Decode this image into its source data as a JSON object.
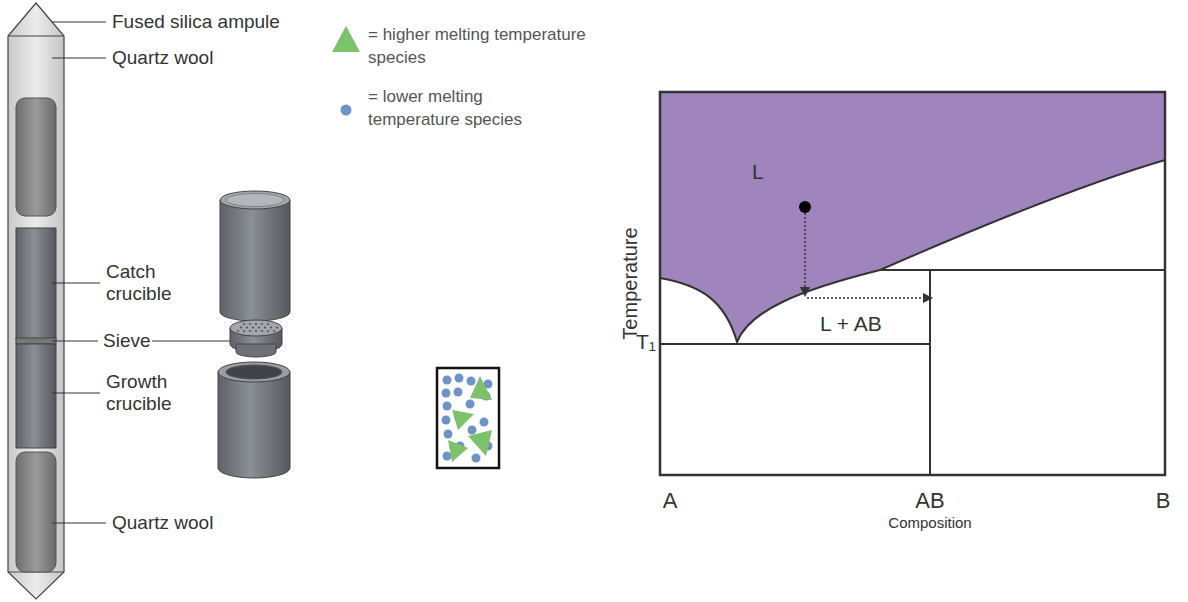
{
  "diagram": {
    "labels": [
      "Fused silica ampule",
      "Quartz wool",
      "Catch crucible",
      "Sieve",
      "Growth crucible",
      "Quartz wool",
      "L",
      "L + AB",
      "T₁",
      "Temperature",
      "A",
      "AB",
      "B",
      "Composition"
    ],
    "legend": [
      {
        "text": "= higher melting temperature species"
      },
      {
        "text": "= lower melting temperature species"
      }
    ]
  }
}
